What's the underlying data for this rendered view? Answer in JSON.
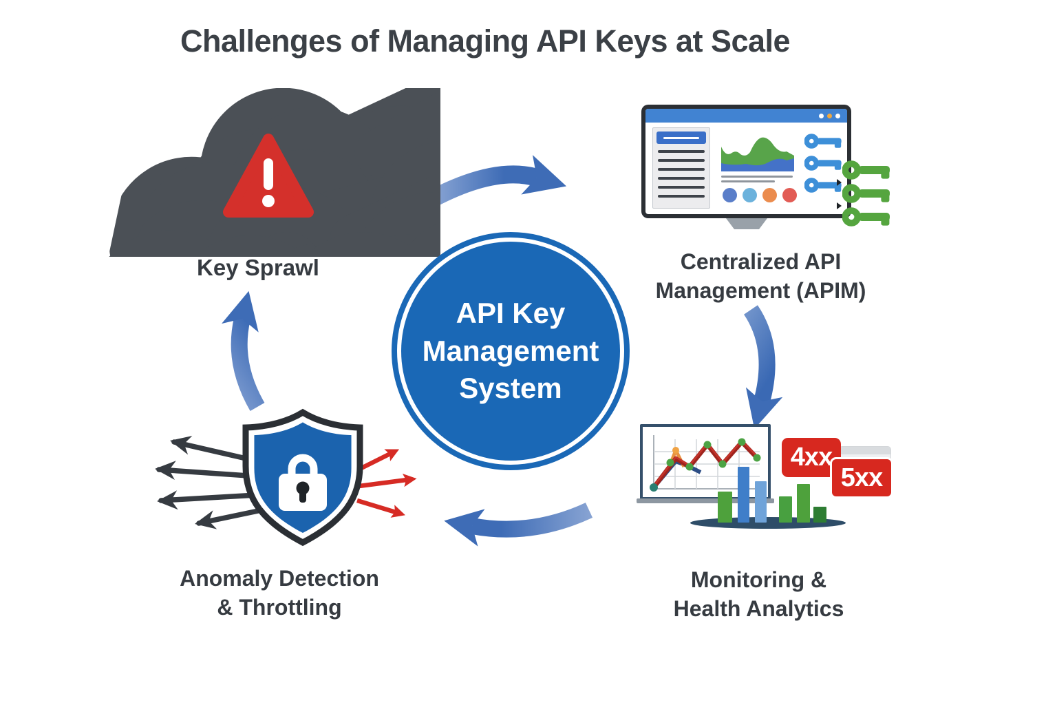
{
  "title": "Challenges of Managing API Keys at Scale",
  "center_node": {
    "lines": [
      "API Key",
      "Management",
      "System"
    ]
  },
  "nodes": {
    "key_sprawl": {
      "label": "Key Sprawl"
    },
    "apim": {
      "lines": [
        "Centralized API",
        "Management (APIM)"
      ]
    },
    "monitoring": {
      "lines": [
        "Monitoring &",
        "Health Analytics"
      ]
    },
    "anomaly": {
      "lines": [
        "Anomaly Detection",
        "& Throttling"
      ]
    }
  },
  "badges": {
    "client_error": "4xx",
    "server_error": "5xx"
  },
  "colors": {
    "primary_blue": "#1a68b6",
    "arrow_blue": "#3e6cb6",
    "alert_red": "#d7281f",
    "key_gray": "#4b5056",
    "key_green": "#55a53f",
    "key_sky": "#3d8fd8",
    "bar_green": "#4ea13c",
    "bar_blue": "#3f7ec9",
    "shield_blue": "#1b63ae",
    "text_dark": "#3b4046"
  }
}
